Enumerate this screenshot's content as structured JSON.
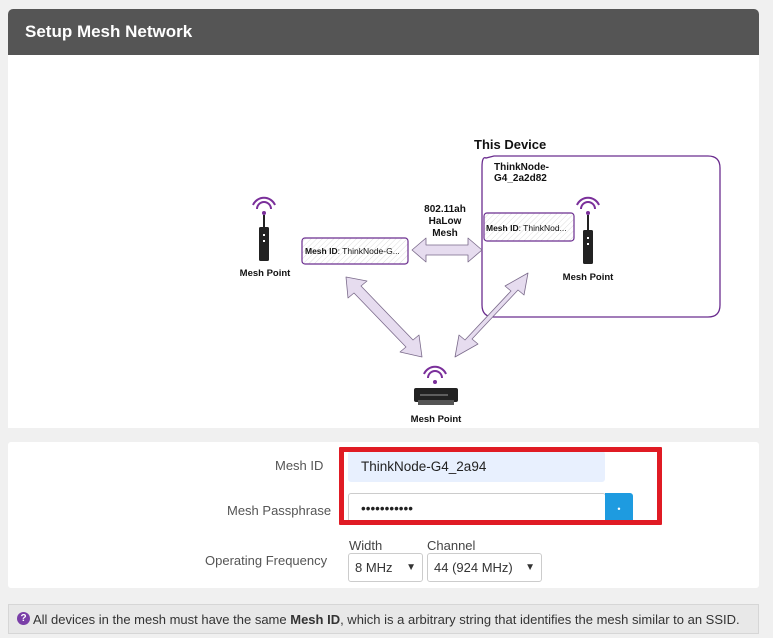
{
  "header": {
    "title": "Setup Mesh Network"
  },
  "diagram": {
    "this_device_title": "This Device",
    "this_device_name_line1": "ThinkNode-",
    "this_device_name_line2": "G4_2a2d82",
    "link_label_line1": "802.11ah",
    "link_label_line2": "HaLow",
    "link_label_line3": "Mesh",
    "left_box_prefix": "Mesh ID",
    "left_box_value": ": ThinkNode-G...",
    "right_box_prefix": "Mesh ID",
    "right_box_value": ": ThinkNod...",
    "mesh_point_left": "Mesh Point",
    "mesh_point_right": "Mesh Point",
    "mesh_point_bottom": "Mesh Point"
  },
  "form": {
    "mesh_id_label": "Mesh ID",
    "mesh_id_value": "ThinkNode-G4_2a94",
    "passphrase_label": "Mesh Passphrase",
    "passphrase_value": "•••••••••••",
    "reveal_glyph": "•",
    "freq_label": "Operating Frequency",
    "width_label": "Width",
    "width_value": "8 MHz",
    "channel_label": "Channel",
    "channel_value": "44 (924 MHz)"
  },
  "note": {
    "icon_glyph": "?",
    "text_before": "All devices in the mesh must have the same ",
    "text_bold": "Mesh ID",
    "text_after": ", which is a arbitrary string that identifies the mesh similar to an SSID."
  },
  "colors": {
    "accent": "#1e9be0",
    "highlight": "#e01b24",
    "purple": "#6b2d8f",
    "header_bg": "#555555"
  }
}
